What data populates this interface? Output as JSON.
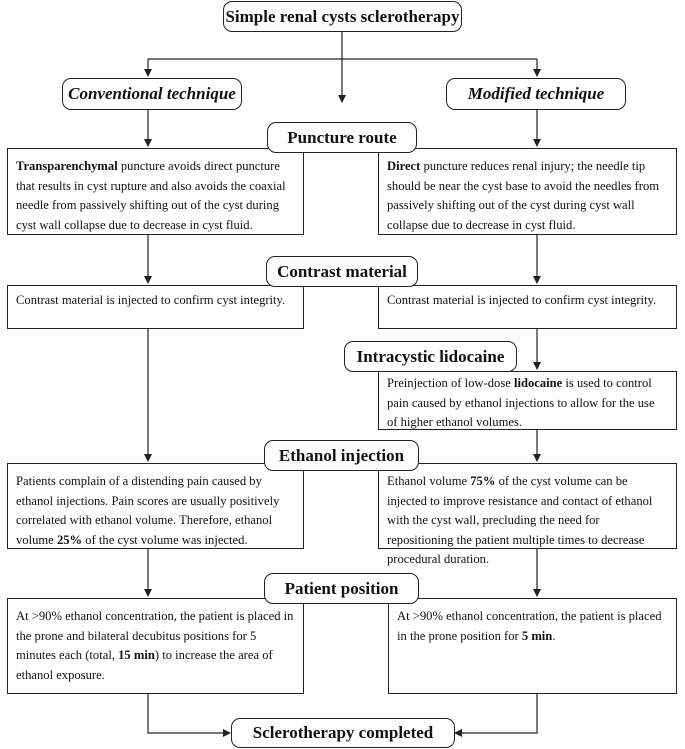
{
  "title": "Simple renal cysts sclerotherapy",
  "headers": {
    "conventional": "Conventional technique",
    "modified": "Modified technique"
  },
  "sections": {
    "puncture": "Puncture route",
    "contrast": "Contrast material",
    "lidocaine": "Intracystic lidocaine",
    "ethanol": "Ethanol injection",
    "position": "Patient position"
  },
  "final": "Sclerotherapy completed",
  "left": {
    "puncture": {
      "bold": "Transparenchymal",
      "text": " puncture avoids direct puncture that results in cyst rupture and also avoids the coaxial needle from passively shifting out of the cyst during cyst wall collapse due to decrease in cyst fluid."
    },
    "contrast": "Contrast material is injected to confirm cyst integrity.",
    "ethanol": {
      "pre": "Patients complain of a distending pain caused by ethanol injections. Pain scores are usually positively correlated with ethanol volume. Therefore, ethanol volume ",
      "bold": "25%",
      "post": " of the cyst volume was injected."
    },
    "position": {
      "pre": "At >90% ethanol concentration, the patient is placed in the prone and bilateral decubitus positions for 5 minutes each (total, ",
      "bold": "15 min",
      "post": ") to increase the area of ethanol exposure."
    }
  },
  "right": {
    "puncture": {
      "bold": "Direct",
      "text": " puncture reduces renal injury; the needle tip should be near the cyst base to avoid the needles from passively shifting out of the cyst during cyst wall collapse due to decrease in cyst fluid."
    },
    "contrast": "Contrast material is injected to confirm cyst integrity.",
    "lidocaine": {
      "pre": "Preinjection of low-dose ",
      "bold": "lidocaine",
      "post": " is used to control pain caused by ethanol injections to allow for the use of higher ethanol volumes."
    },
    "ethanol": {
      "pre": "Ethanol volume ",
      "bold": "75%",
      "post": " of the cyst volume can be injected to improve resistance and contact of ethanol with the cyst wall, precluding the need for repositioning the patient multiple times to decrease procedural duration."
    },
    "position": {
      "pre": "At >90% ethanol concentration, the patient is placed in the prone position for ",
      "bold": "5 min",
      "post": "."
    }
  }
}
